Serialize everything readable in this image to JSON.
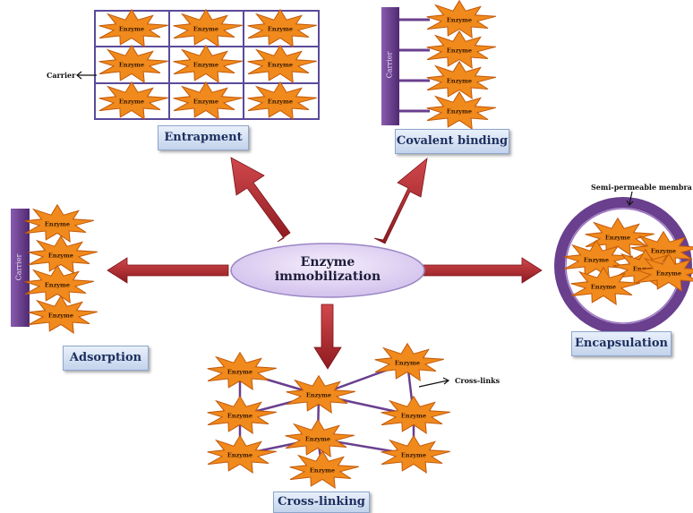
{
  "center": {
    "line1": "Enzyme",
    "line2": "immobilization"
  },
  "methods": {
    "entrapment": "Entrapment",
    "covalent": "Covalent binding",
    "adsorption": "Adsorption",
    "encapsulation": "Encapsulation",
    "crosslinking": "Cross-linking"
  },
  "annotations": {
    "carrier_arrow": "Carrier",
    "membrane": "Semi-permeable membra",
    "crosslinks": "Cross-links",
    "carrier_bar": "Carrier"
  },
  "enzyme_label": "Enzyme",
  "colors": {
    "enzyme": "#f08a1c",
    "purple": "#6a3f8e",
    "arrow": "#a4262c",
    "label_text": "#1d2f5e"
  }
}
